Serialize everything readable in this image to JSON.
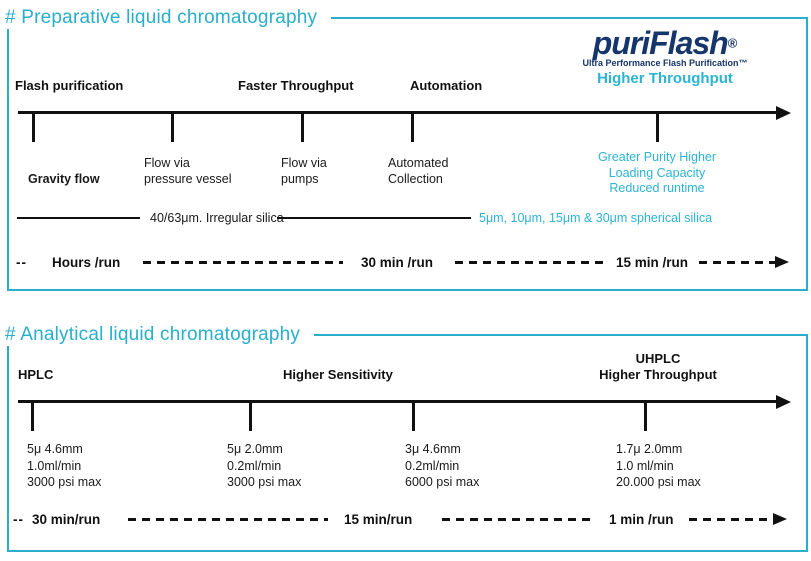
{
  "colors": {
    "accent": "#29AECB",
    "accent_text": "#2CB4D2",
    "navy": "#16356B",
    "ink": "#111111"
  },
  "preparative": {
    "title": "# Preparative liquid chromatography",
    "stages": {
      "flash": "Flash purification",
      "faster": "Faster Throughput",
      "automation": "Automation"
    },
    "logo": {
      "brand": "puriFlash",
      "registered": "®",
      "tagline": "Ultra Performance Flash Purification™",
      "benefit": "Higher Throughput"
    },
    "milestones": {
      "gravity": {
        "l1": "Gravity flow"
      },
      "pressure": {
        "l1": "Flow via",
        "l2": "pressure vessel"
      },
      "pumps": {
        "l1": "Flow via",
        "l2": "pumps"
      },
      "collection": {
        "l1": "Automated",
        "l2": "Collection"
      },
      "purity": {
        "l1": "Greater Purity Higher",
        "l2": "Loading Capacity",
        "l3": "Reduced runtime"
      }
    },
    "media": {
      "irregular": "40/63μm. Irregular silica",
      "spherical": "5μm, 10μm, 15μm & 30μm spherical silica"
    },
    "timing": {
      "start": "--",
      "hours": "Hours /run",
      "t30": "30 min /run",
      "t15": "15 min /run"
    }
  },
  "analytical": {
    "title": "# Analytical liquid chromatography",
    "stages": {
      "hplc": "HPLC",
      "sensitivity": "Higher Sensitivity",
      "uhplc_l1": "UHPLC",
      "uhplc_l2": "Higher Throughput"
    },
    "milestones": {
      "m1": {
        "l1": "5μ 4.6mm",
        "l2": "1.0ml/min",
        "l3": "3000 psi max"
      },
      "m2": {
        "l1": "5μ 2.0mm",
        "l2": "0.2ml/min",
        "l3": "3000 psi max"
      },
      "m3": {
        "l1": "3μ 4.6mm",
        "l2": "0.2ml/min",
        "l3": "6000 psi max"
      },
      "m4": {
        "l1": "1.7μ 2.0mm",
        "l2": "1.0 ml/min",
        "l3": "20.000 psi max"
      }
    },
    "timing": {
      "start": "--",
      "t30": "30 min/run",
      "t15": "15 min/run",
      "t1": "1 min /run"
    }
  }
}
